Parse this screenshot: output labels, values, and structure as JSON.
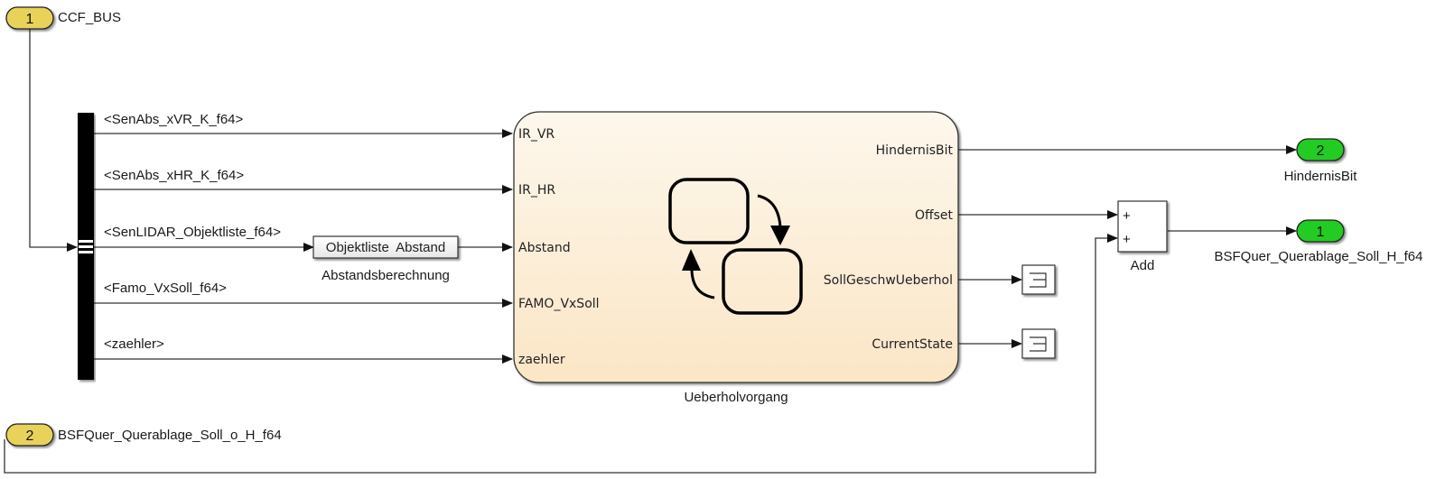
{
  "inports": [
    {
      "number": "1",
      "label": "CCF_BUS"
    },
    {
      "number": "2",
      "label": "BSFQuer_Querablage_Soll_o_H_f64"
    }
  ],
  "bus_selector": {
    "signals": [
      "<SenAbs_xVR_K_f64>",
      "<SenAbs_xHR_K_f64>",
      "<SenLIDAR_Objektliste_f64>",
      "<Famo_VxSoll_f64>",
      "<zaehler>"
    ]
  },
  "abstand_block": {
    "text": "Objektliste  Abstand",
    "name": "Abstandsberechnung"
  },
  "chart_block": {
    "name": "Ueberholvorgang",
    "inputs": [
      "IR_VR",
      "IR_HR",
      "Abstand",
      "FAMO_VxSoll",
      "zaehler"
    ],
    "outputs": [
      "HindernisBit",
      "Offset",
      "SollGeschwUeberhol",
      "CurrentState"
    ],
    "icon": "stateflow-chart-icon"
  },
  "add_block": {
    "name": "Add",
    "signs": [
      "+",
      "+"
    ]
  },
  "terminators": [
    "terminator-sollgeschw",
    "terminator-currentstate"
  ],
  "outports": [
    {
      "number": "2",
      "label": "HindernisBit"
    },
    {
      "number": "1",
      "label": "BSFQuer_Querablage_Soll_H_f64"
    }
  ],
  "colors": {
    "inport_fill": "#e8d25a",
    "outport_fill": "#22cc22",
    "chart_fill_top": "#fdf7ec",
    "chart_fill_bottom": "#fbe8c8"
  }
}
